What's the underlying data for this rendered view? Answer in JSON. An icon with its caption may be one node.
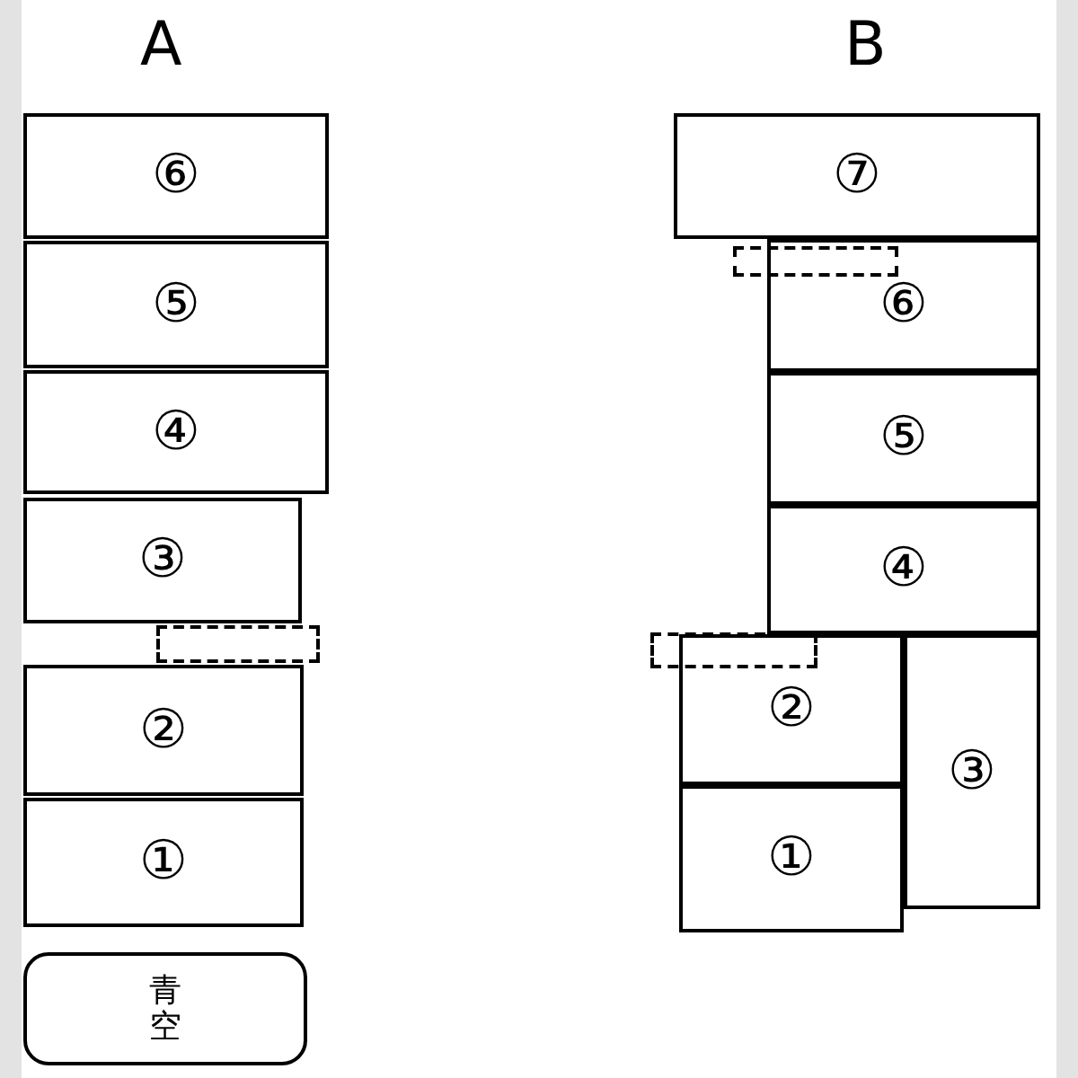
{
  "diagram": {
    "nodes": [
      {
        "text": [
          "⑥"
        ]
      },
      {
        "text": [
          "⑤"
        ]
      },
      {
        "text": [
          "④"
        ]
      },
      {
        "text": [
          "③"
        ]
      },
      {
        "text": [],
        "shape": "box"
      },
      {
        "text": [
          "②"
        ]
      },
      {
        "text": [
          "①"
        ]
      },
      {
        "text": [
          "青空"
        ]
      },
      {
        "text": [
          "⑦"
        ]
      },
      {
        "text": [],
        "shape": "box"
      },
      {
        "text": [
          "⑥"
        ]
      },
      {
        "text": [
          "⑤"
        ]
      },
      {
        "text": [
          "④"
        ]
      },
      {
        "text": [],
        "shape": "box"
      },
      {
        "text": [
          "②"
        ]
      },
      {
        "text": [
          "①"
        ]
      },
      {
        "text": [
          "③"
        ]
      }
    ],
    "labels": [
      "A",
      "B"
    ]
  }
}
